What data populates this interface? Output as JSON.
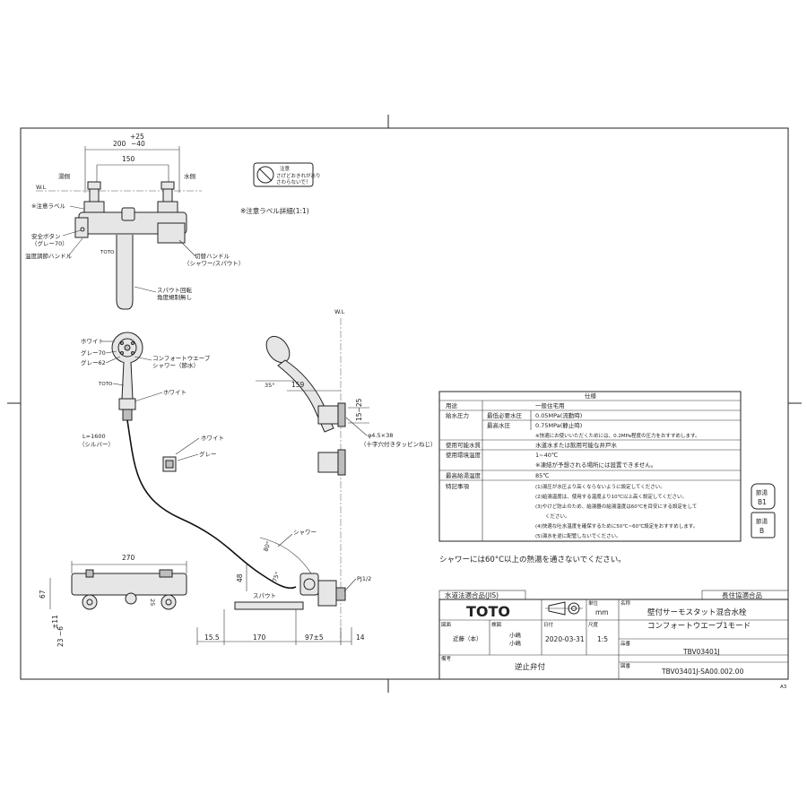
{
  "top_view": {
    "dim_tol": "+25",
    "dim_200": "200",
    "dim_minus40": "−40",
    "dim_150": "150",
    "hot_side": "湯側",
    "cold_side": "水側",
    "wl": "W.L",
    "caution_label": "※注意ラベル",
    "safety_button": "安全ボタン",
    "safety_button_color": "（グレー70）",
    "temp_handle": "温度調節ハンドル",
    "toto_small": "TOTO",
    "switch_handle": "切替ハンドル",
    "switch_handle_sub": "（シャワー/スパウト）",
    "spout_rotation_1": "スパウト回転",
    "spout_rotation_2": "角度規制無し"
  },
  "label_detail": {
    "caption": "※注意ラベル詳細(1:1)",
    "title": "注意",
    "line1": "さげどおきれがあり",
    "line2": "さわらないで！"
  },
  "shower_view": {
    "white": "ホワイト",
    "gray70": "グレー70",
    "gray62": "グレー62",
    "comfort1": "コンフォートウエーブ",
    "comfort2": "シャワー（節水）",
    "toto_small": "TOTO",
    "white2": "ホワイト",
    "hose1": "L=1600",
    "hose2": "（シルバー）",
    "white3": "ホワイト",
    "gray": "グレー"
  },
  "side_view": {
    "wl": "W.L",
    "dim_35": "35°",
    "dim_159": "159",
    "dim_1525": "15~25",
    "screw1": "φ4.5×38",
    "screw2": "（十字穴付きタッピンねじ）"
  },
  "front_view": {
    "dim_270": "270",
    "dim_67": "67",
    "dim_11": "±11",
    "dim_23": "23 −6",
    "dim_48": "48",
    "dim_155": "15.5",
    "dim_170": "170",
    "dim_975": "97±5",
    "dim_14": "14",
    "dim_25": "25",
    "shower": "シャワー",
    "spout": "スパウト",
    "pj": "PJ1/2",
    "angle80": "80°",
    "angle75": "75°"
  },
  "specs": {
    "header": "仕様",
    "rows": [
      {
        "k1": "用途",
        "k2": "",
        "v": "一般住宅用",
        "v2": ""
      },
      {
        "k1": "給水圧力",
        "k2": "最低必要水圧",
        "v": "0.05MPa(流動時)",
        "v2": ""
      },
      {
        "k1": "",
        "k2": "最高水圧",
        "v": "0.75MPa(静止時)",
        "v2": "※快適にお使いいただくためには、0.2MPa程度の圧力をおすすめします。"
      },
      {
        "k1": "使用可能水質",
        "k2": "",
        "v": "水道水または飲用可能な井戸水",
        "v2": ""
      },
      {
        "k1": "使用環境温度",
        "k2": "",
        "v": "1~40℃",
        "v2": "※凍結が予想される場所には設置できません。"
      },
      {
        "k1": "最高給湯温度",
        "k2": "",
        "v": "85℃",
        "v2": ""
      }
    ],
    "notes_key": "特記事項",
    "notes": [
      "(1)湯圧が水圧より高くならないように設定してください。",
      "(2)給湯温度は、使用する温度より10℃以上高く設定してください。",
      "(3)やけど防止のため、給湯器の給湯温度は60℃を目安にする設定をして",
      "　　ください。",
      "(4)快適な吐水温度を確保するために50℃~60℃設定をおすすめします。",
      "(5)湯水を逆に配管しないでください。"
    ]
  },
  "stamps": {
    "s1a": "節湯",
    "s1b": "B1",
    "s2a": "節湯",
    "s2b": "B"
  },
  "shower_warning": "シャワーには60°C以上の熱湯を通さないでください。",
  "title_block": {
    "jis": "水道法適合品(JIS)",
    "long_life": "長住協適合品",
    "logo": "TOTO",
    "unit_label": "単位",
    "unit": "mm",
    "name_label": "名称",
    "name1": "壁付サーモスタット混合水栓",
    "name2": "コンフォートウエーブ1モード",
    "drawn_label": "図面",
    "drawn": "近藤（本）",
    "check_label": "検図",
    "check1": "小嶋",
    "check2": "小嶋",
    "date_label": "日付",
    "date": "2020-03-31",
    "scale_label": "尺度",
    "scale": "1:5",
    "product_label": "品番",
    "product": "TBV03401J",
    "remarks_label": "備考",
    "remarks": "逆止弁付",
    "drawing_no_label": "図番",
    "drawing_no": "TBV03401J-SA00.002.00"
  },
  "sheet_size": "A3"
}
